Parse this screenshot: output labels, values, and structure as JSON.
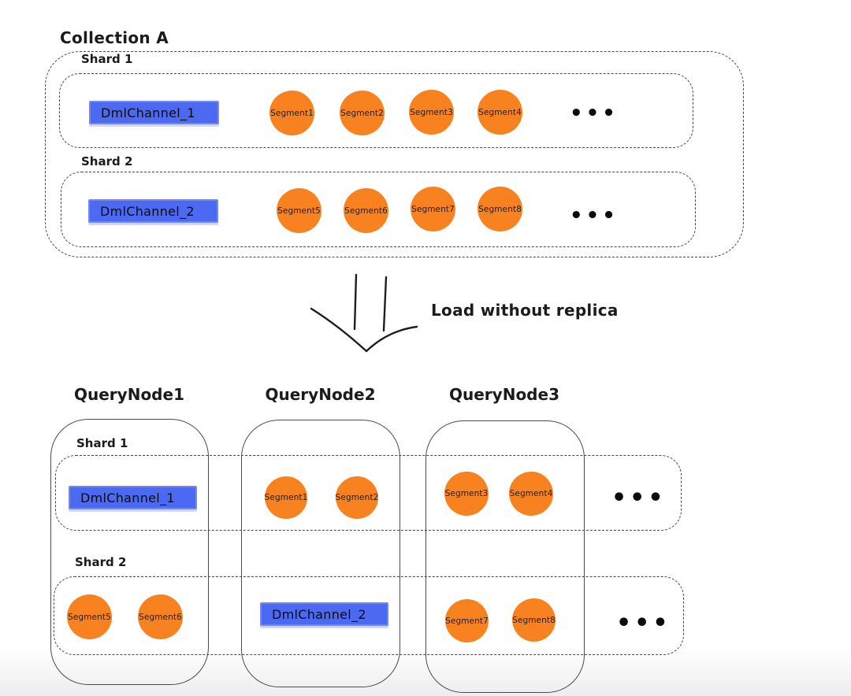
{
  "collection": {
    "title": "Collection A",
    "shards": [
      {
        "label": "Shard 1",
        "channel": "DmlChannel_1",
        "segments": [
          "Segment1",
          "Segment2",
          "Segment3",
          "Segment4"
        ],
        "ellipsis": "•••"
      },
      {
        "label": "Shard 2",
        "channel": "DmlChannel_2",
        "segments": [
          "Segment5",
          "Segment6",
          "Segment7",
          "Segment8"
        ],
        "ellipsis": "•••"
      }
    ]
  },
  "arrow": {
    "label": "Load without replica"
  },
  "query_nodes": [
    {
      "label": "QueryNode1"
    },
    {
      "label": "QueryNode2"
    },
    {
      "label": "QueryNode3"
    }
  ],
  "loaded": {
    "shard1": {
      "label": "Shard 1",
      "qn1_channel": "DmlChannel_1",
      "qn2_segments": [
        "Segment1",
        "Segment2"
      ],
      "qn3_segments": [
        "Segment3",
        "Segment4"
      ],
      "ellipsis": "•••"
    },
    "shard2": {
      "label": "Shard 2",
      "qn1_segments": [
        "Segment5",
        "Segment6"
      ],
      "qn2_channel": "DmlChannel_2",
      "qn3_segments": [
        "Segment7",
        "Segment8"
      ],
      "ellipsis": "•••"
    }
  },
  "colors": {
    "segment_fill": "#F8821F",
    "channel_fill": "#4B69F1",
    "channel_border": "#7488F3",
    "outline": "#474747",
    "text": "#1B1B1B"
  }
}
